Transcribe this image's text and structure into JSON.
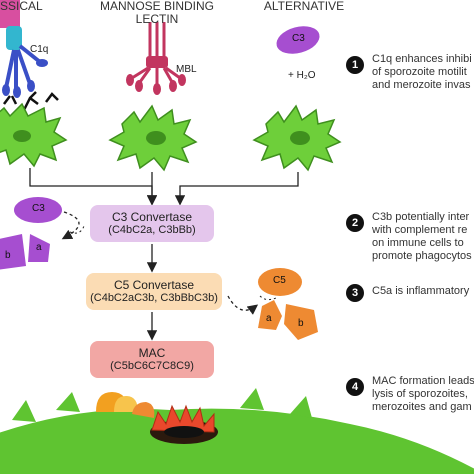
{
  "pathways": {
    "classical": "SSICAL",
    "lectin_line1": "MANNOSE BINDING",
    "lectin_line2": "LECTIN",
    "alternative": "ALTERNATIVE"
  },
  "labels": {
    "c1q": "C1q",
    "mbl": "MBL",
    "c3": "C3",
    "h2o": "+ H₂O",
    "c3_left": "C3",
    "b_left": "b",
    "a_left": "a",
    "c5": "C5",
    "a_c5": "a",
    "b_c5": "b"
  },
  "boxes": {
    "c3_convertase": {
      "title": "C3 Convertase",
      "sub": "(C4bC2a, C3bBb)",
      "color": "#e4c6ec"
    },
    "c5_convertase": {
      "title": "C5 Convertase",
      "sub": "(C4bC2aC3b, C3bBbC3b)",
      "color": "#fbdcb4"
    },
    "mac": {
      "title": "MAC",
      "sub": "(C5bC6C7C8C9)",
      "color": "#f2a7a4"
    }
  },
  "notes": [
    {
      "num": "1",
      "lines": [
        "C1q enhances inhibi",
        "of sporozoite motilit",
        "and merozoite invas"
      ]
    },
    {
      "num": "2",
      "lines": [
        "C3b potentially inter",
        "with complement re",
        "on immune cells to",
        "promote phagocytos"
      ]
    },
    {
      "num": "3",
      "lines": [
        "C5a is inflammatory"
      ]
    },
    {
      "num": "4",
      "lines": [
        "MAC formation leads",
        "lysis of sporozoites,",
        "merozoites and gam"
      ]
    }
  ],
  "colors": {
    "parasite": "#6ecf3a",
    "c3_purple": "#a64ed0",
    "c5_orange": "#ee8a32",
    "mbl_pink": "#c2355f",
    "c1q_blue": "#3a4fc6",
    "ground": "#5fc431"
  }
}
